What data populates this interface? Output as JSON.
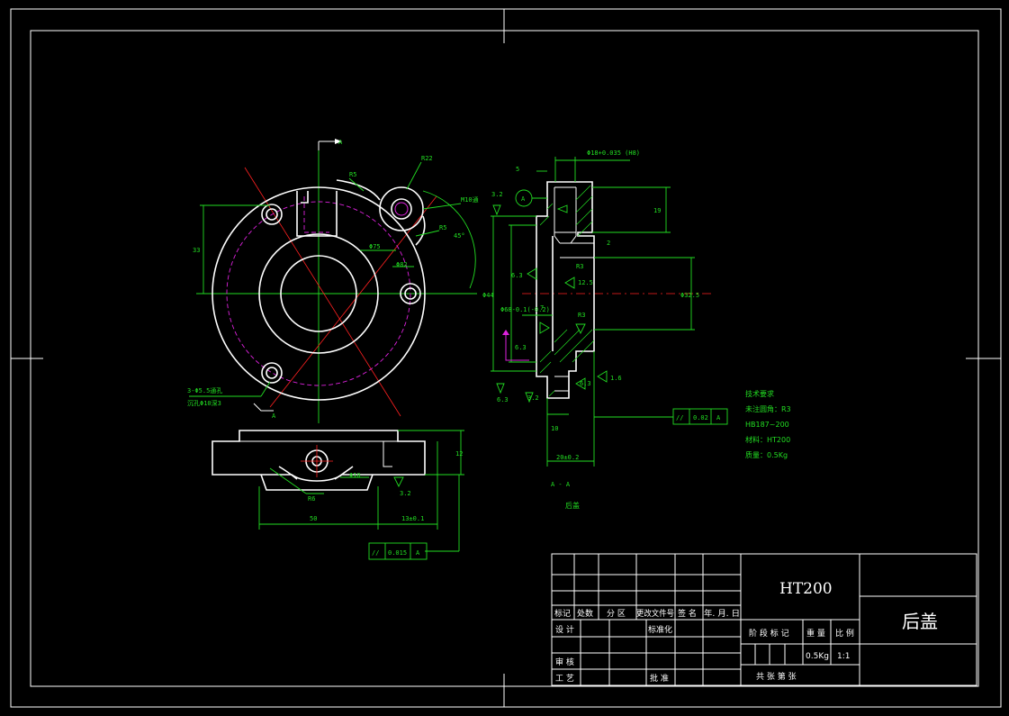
{
  "title_block": {
    "material": "HT200",
    "part_name": "后盖",
    "headers": [
      "标记",
      "处数",
      "分 区",
      "更改文件号",
      "签 名",
      "年. 月. 日"
    ],
    "design_label": "设 计",
    "standardize_label": "标准化",
    "review_label": "审 核",
    "process_label": "工 艺",
    "approve_label": "批 准",
    "stage_label": "阶 段 标 记",
    "weight_label": "重 量",
    "scale_label": "比 例",
    "weight_value": "0.5Kg",
    "scale_value": "1:1",
    "sheets_label": "共    张    第    张"
  },
  "technical_requirements": {
    "heading": "技术要求",
    "lines": [
      "未注圆角：R3",
      "HB187~200",
      "材料：HT200",
      "质量：0.5Kg"
    ]
  },
  "section_labels": {
    "section_mark": "A - A",
    "view_name": "后盖",
    "arrow_label_top": "A",
    "arrow_label_bottom": "A"
  },
  "dimensions": {
    "r22": "R22",
    "r5_top": "R5",
    "m10": "M10通",
    "r5_right": "R5",
    "angle": "45°",
    "phi75": "Φ75",
    "phi82": "Φ82",
    "dim33": "33",
    "holes_note_1": "3-Φ5.5通孔",
    "holes_note_2": "沉孔Φ10深3",
    "phi18_top": "Φ18+0.035 (H8)",
    "dim5": "5",
    "dim19": "19",
    "dim2": "2",
    "r3": "R3",
    "r3b": "R3",
    "phi44": "Φ44",
    "phi68": "Φ68-0.1(-0.2)",
    "phi32": "Φ32.5",
    "rough_32_a": "3.2",
    "rough_125": "12.5",
    "rough_63_a": "6.3",
    "rough_63_b": "6.3",
    "rough_63_c": "6.3",
    "rough_63_d": "6.3",
    "rough_16": "1.6",
    "rough_32_b": "3.2",
    "datum_a": "A",
    "dim7": "7",
    "dim10": "10",
    "dim20": "20±0.2",
    "tol_parallel_side": "0.02",
    "tol_datum_side": "A",
    "phi10": "Φ10",
    "r6": "R6",
    "dim50": "50",
    "dim12": "12",
    "dim13": "13±0.1",
    "rough_32_c": "3.2",
    "tol_parallel_bottom": "0.015",
    "tol_datum_bottom": "A",
    "parallel_symbol": "//"
  }
}
